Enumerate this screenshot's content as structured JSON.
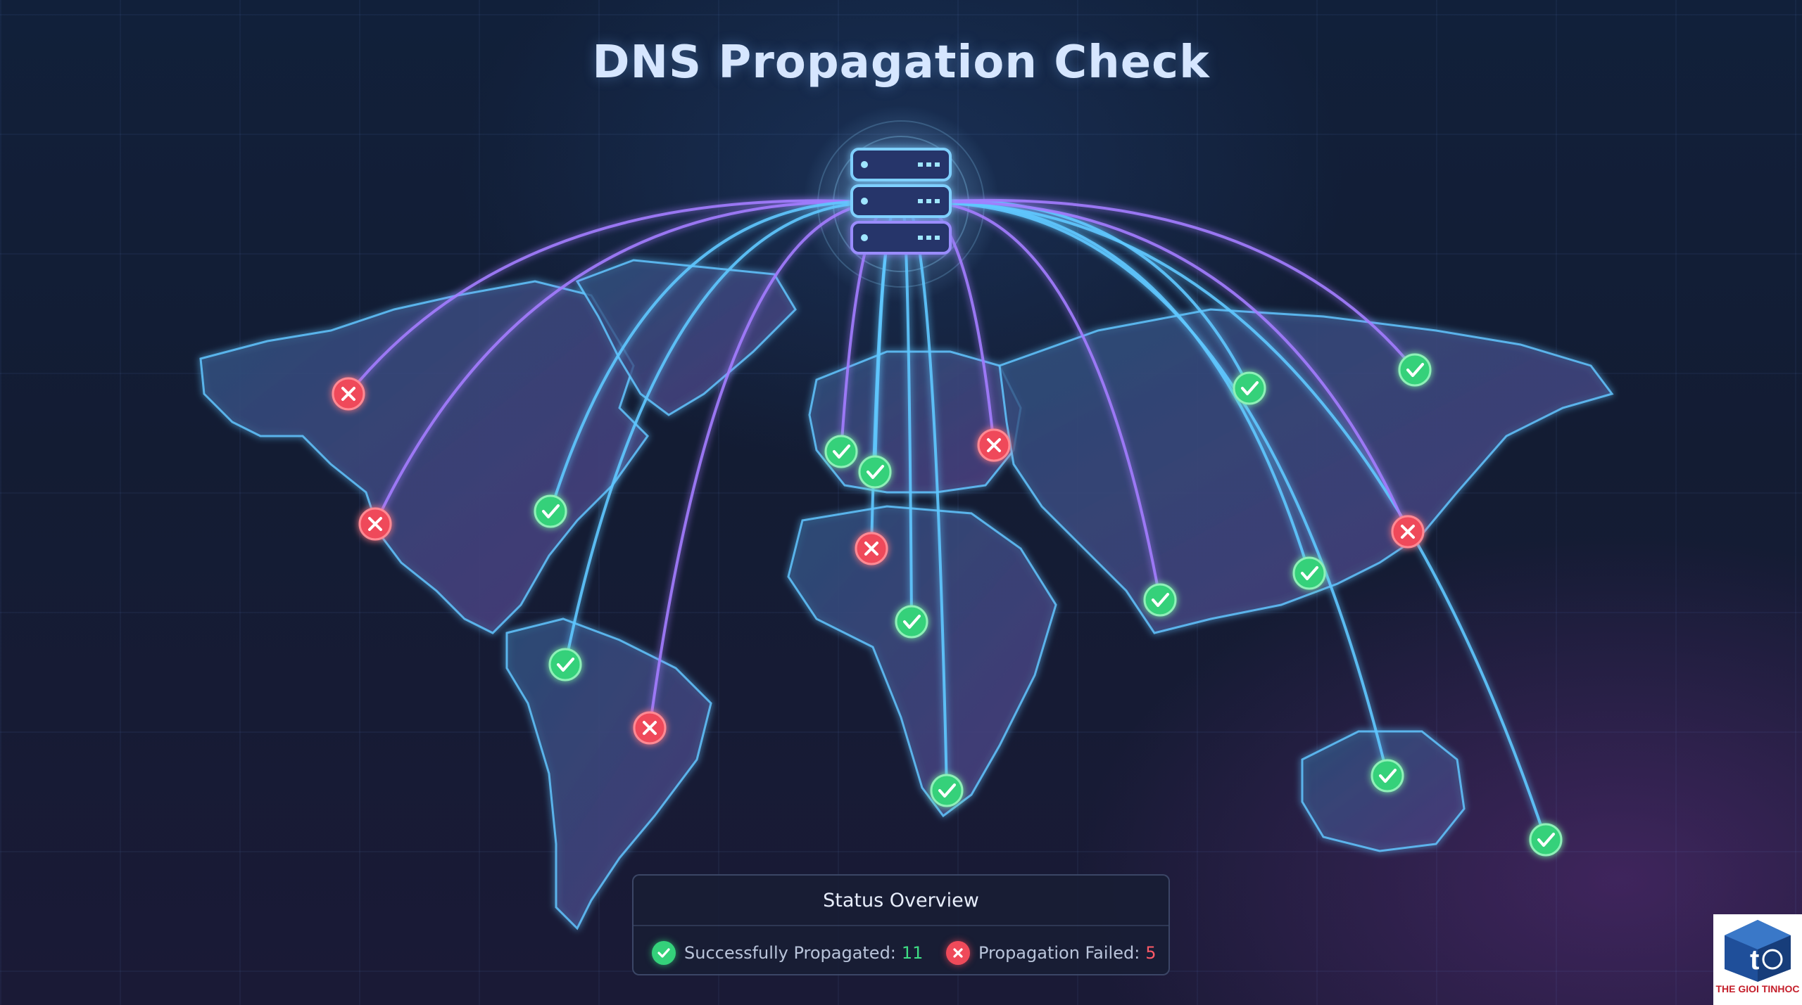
{
  "title": "DNS Propagation Check",
  "status": {
    "title": "Status Overview",
    "success_label": "Successfully Propagated:",
    "success_count": "11",
    "failed_label": "Propagation Failed:",
    "failed_count": "5"
  },
  "logo": {
    "text": "THE GIOI TINHOC"
  },
  "colors": {
    "success": "#34d17a",
    "failure": "#ef4a5a",
    "line_blue": "#5fc8ff",
    "line_purple": "#a37cff"
  },
  "nodes": [
    {
      "status": "failed"
    },
    {
      "status": "failed"
    },
    {
      "status": "success"
    },
    {
      "status": "success"
    },
    {
      "status": "failed"
    },
    {
      "status": "success"
    },
    {
      "status": "success"
    },
    {
      "status": "failed"
    },
    {
      "status": "success"
    },
    {
      "status": "failed"
    },
    {
      "status": "success"
    },
    {
      "status": "success"
    },
    {
      "status": "success"
    },
    {
      "status": "success"
    },
    {
      "status": "success"
    },
    {
      "status": "success"
    },
    {
      "status": "success"
    },
    {
      "status": "failed"
    }
  ]
}
